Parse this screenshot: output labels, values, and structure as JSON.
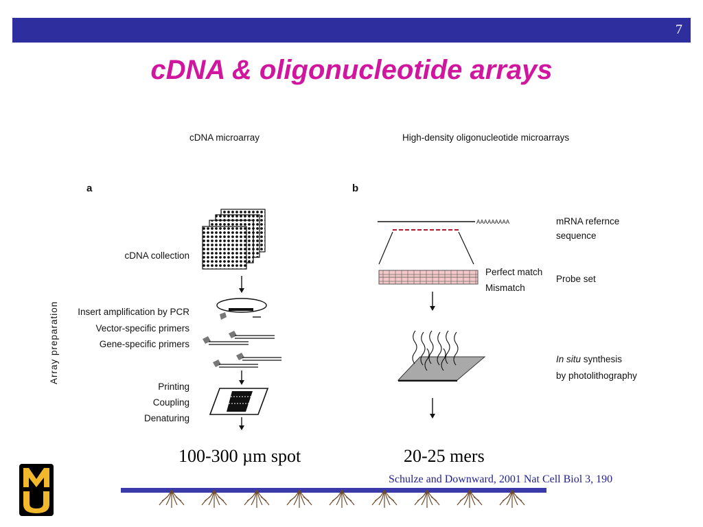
{
  "slide": {
    "number": "7",
    "title": "cDNA & oligonucleotide arrays"
  },
  "figure": {
    "left_heading": "cDNA microarray",
    "right_heading": "High-density oligonucleotide microarrays",
    "panel_a": "a",
    "panel_b": "b",
    "side_label": "Array preparation",
    "cdna_collection": "cDNA collection",
    "insert_amplification": "Insert amplification by PCR",
    "vector_primers": "Vector-specific primers",
    "gene_primers": "Gene-specific primers",
    "printing": "Printing",
    "coupling": "Coupling",
    "denaturing": "Denaturing",
    "poly_a": "AAAAAAAAA",
    "mrna_line1": "mRNA refernce",
    "mrna_line2": "sequence",
    "perfect_match": "Perfect match",
    "mismatch": "Mismatch",
    "probe_set": "Probe set",
    "in_situ_italic": "In situ",
    "synthesis": " synthesis",
    "photolithography": "by photolithography"
  },
  "captions": {
    "left": "100-300 µm spot",
    "right": "20-25 mers"
  },
  "citation": "Schulze and Downward, 2001 Nat Cell Biol 3, 190",
  "logo": {
    "text": "MU",
    "colors": {
      "gold": "#f1b82d",
      "black": "#000000"
    }
  },
  "colors": {
    "bar": "#2e2e9e",
    "title": "#d0169e",
    "citation": "#1f1f8f",
    "probe_fill": "#f4c8c8",
    "mismatch_dash": "#b0162a"
  }
}
